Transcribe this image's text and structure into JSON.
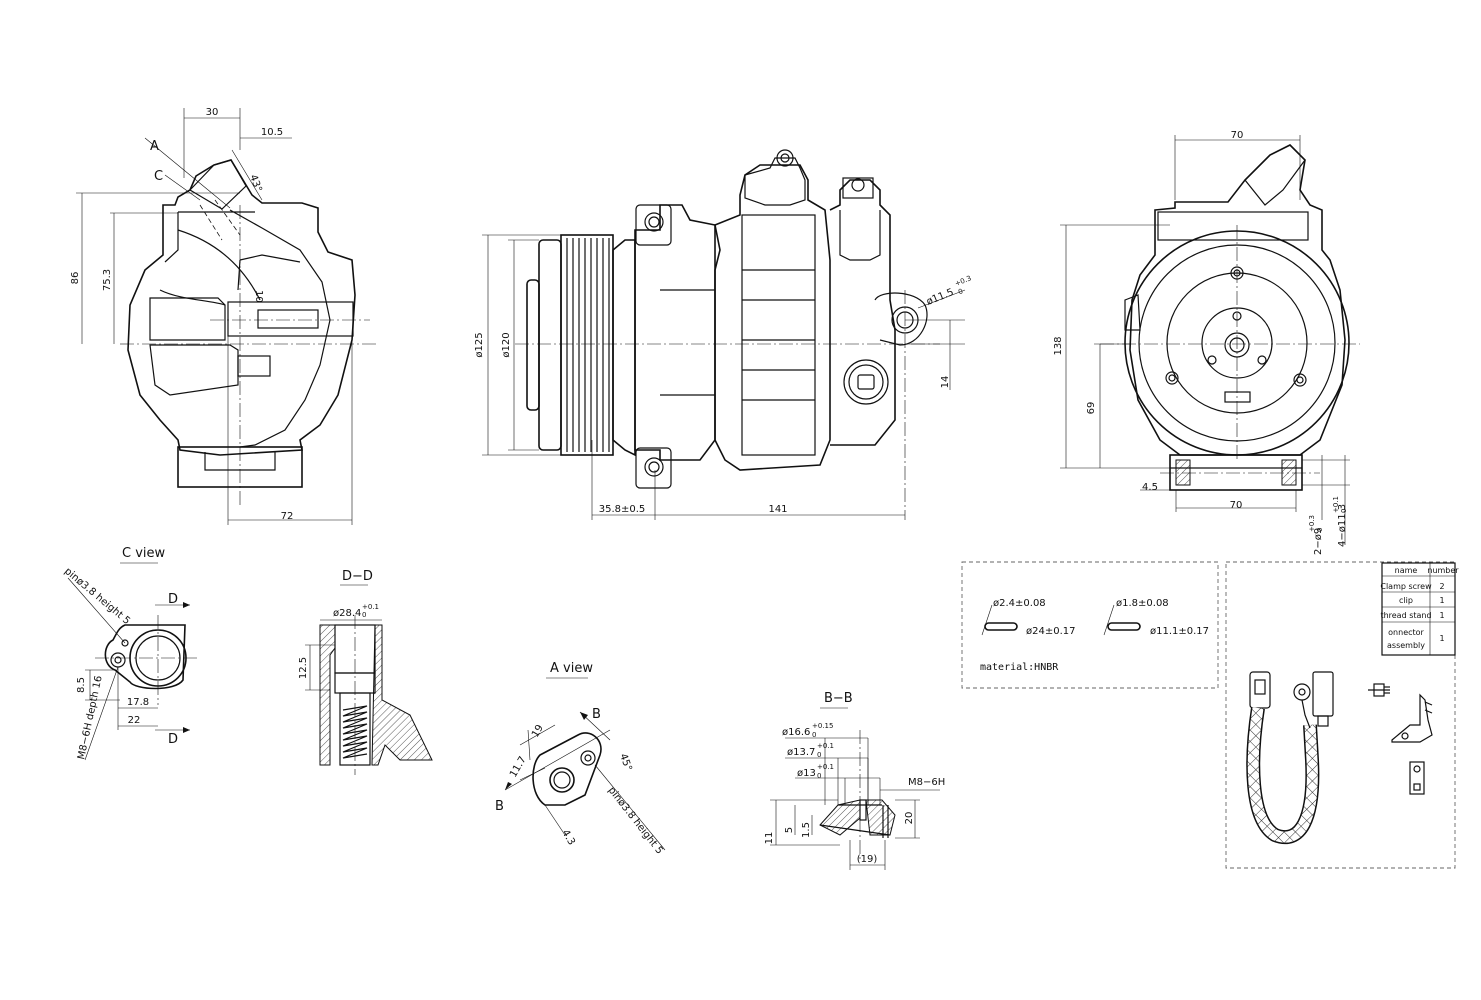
{
  "front_view": {
    "dims": {
      "top_width": "30",
      "offset": "10.5",
      "angle": "43°",
      "height_total": "86",
      "height_inner": "75.3",
      "port": "10",
      "base_width": "72"
    },
    "callouts": {
      "a": "A",
      "c": "C"
    }
  },
  "side_view": {
    "dims": {
      "pulley_outer": "ø125",
      "pulley_inner": "ø120",
      "pulley_offset": "35.8±0.5",
      "length": "141",
      "hole": "ø11.5",
      "hole_tol": "+0.3",
      "hole_tol2": "0",
      "ear_height": "14"
    }
  },
  "rear_view": {
    "dims": {
      "top_width": "70",
      "height_total": "138",
      "height_center": "69",
      "edge": "4.5",
      "base_width": "70",
      "holes_small": "2−ø9",
      "holes_small_tol": "+0.3",
      "holes_small_tol2": "0",
      "holes_large": "4−ø11.3",
      "holes_large_tol": "+0.1",
      "holes_large_tol2": "0"
    }
  },
  "c_view": {
    "title": "C view",
    "dims": {
      "pin": "pinø3.8 height 5",
      "thread": "M8−6H depth 16",
      "h": "8.5",
      "d1": "17.8",
      "d2": "22"
    },
    "section_marks": [
      "D",
      "D"
    ]
  },
  "d_section": {
    "title": "D−D",
    "dims": {
      "bore": "ø28.4",
      "bore_tol": "+0.1",
      "bore_tol2": "0",
      "depth": "12.5"
    }
  },
  "a_view": {
    "title": "A view",
    "dims": {
      "w": "19",
      "h": "11.7",
      "angle": "45°",
      "pin": "pinø3.8 height 5",
      "off": "4.3"
    },
    "section_marks": [
      "B",
      "B"
    ]
  },
  "b_section": {
    "title": "B−B",
    "dims": {
      "d1": "ø16.6",
      "d1_tol": "+0.15",
      "d1_tol2": "0",
      "d2": "ø13.7",
      "d2_tol": "+0.1",
      "d2_tol2": "0",
      "d3": "ø13",
      "d3_tol": "+0.1",
      "d3_tol2": "0",
      "thread": "M8−6H",
      "h1": "11",
      "h2": "5",
      "h3": "1.5",
      "h4": "20",
      "w": "(19)"
    }
  },
  "orings": {
    "ring1": {
      "cs": "ø2.4±0.08",
      "id": "ø24±0.17"
    },
    "ring2": {
      "cs": "ø1.8±0.08",
      "id": "ø11.1±0.17"
    },
    "material": "material:HNBR"
  },
  "parts_table": {
    "headers": [
      "name",
      "number"
    ],
    "rows": [
      {
        "name": "Clamp screw",
        "number": "2"
      },
      {
        "name": "clip",
        "number": "1"
      },
      {
        "name": "thread stand",
        "number": "1"
      },
      {
        "name": "onnector assembly",
        "name_lines": [
          "onnector",
          "assembly"
        ],
        "number": "1"
      }
    ]
  }
}
